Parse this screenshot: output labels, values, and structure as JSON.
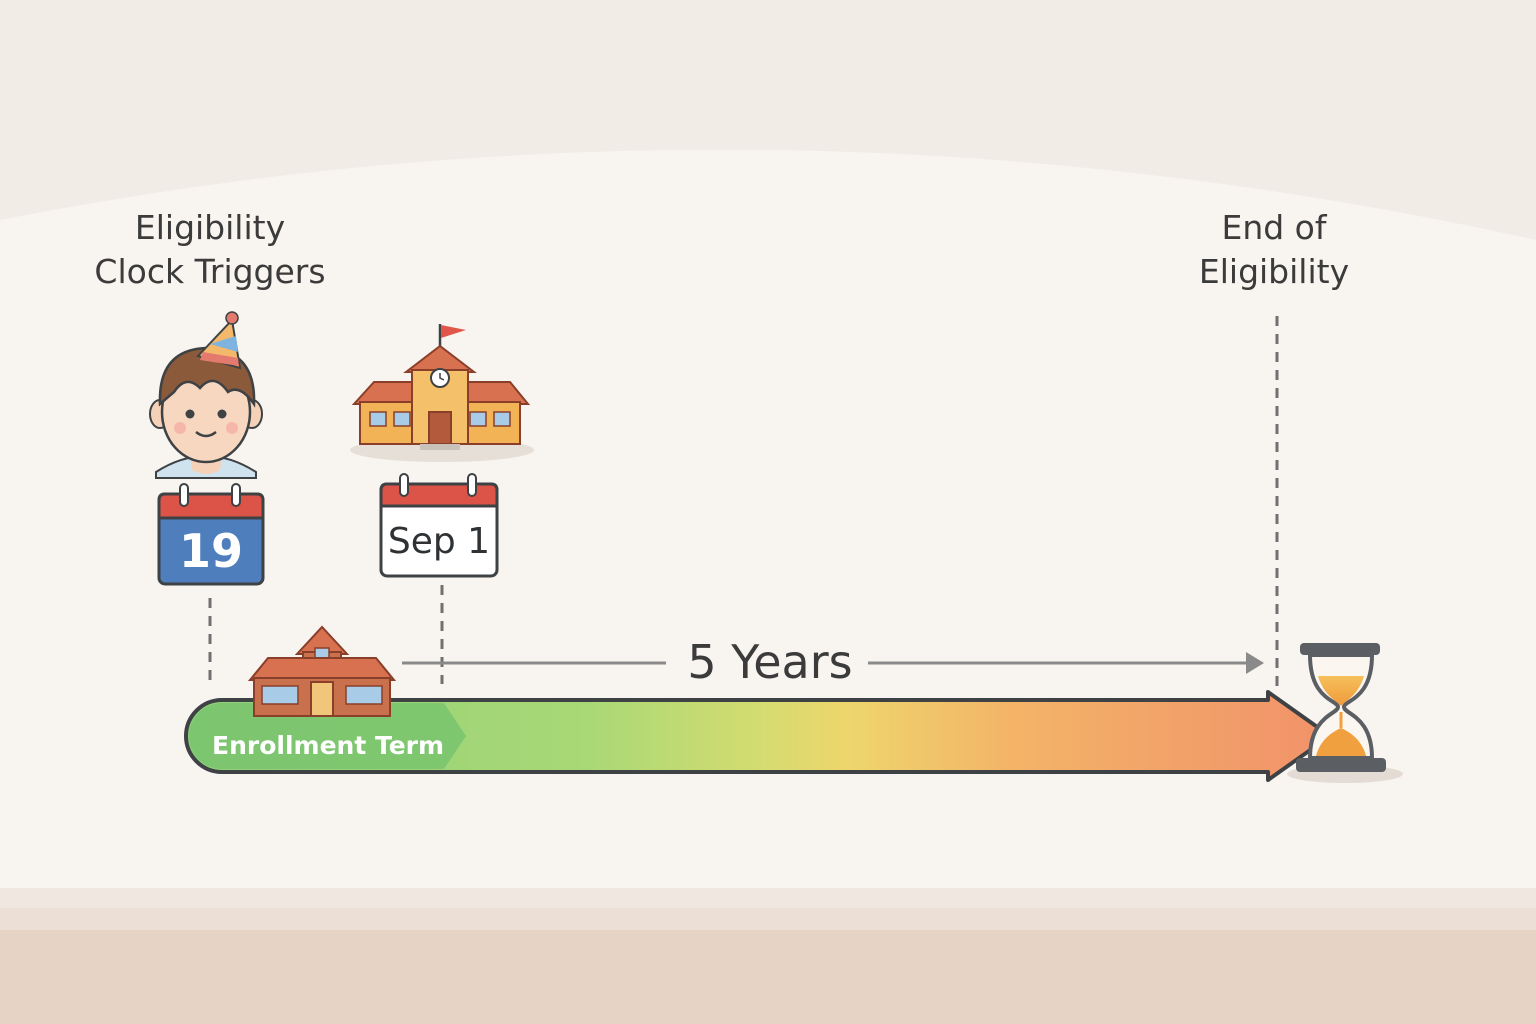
{
  "labels": {
    "start_line1": "Eligibility",
    "start_line2": "Clock Triggers",
    "end_line1": "End of",
    "end_line2": "Eligibility",
    "duration": "5 Years",
    "term": "Enrollment Term"
  },
  "calendars": {
    "birthday_day": "19",
    "term_start": "Sep 1"
  },
  "colors": {
    "background": "#f2ece6",
    "panel": "#f8f4ef",
    "floor": "#e6d3c6",
    "gradient_start": "#8fd07a",
    "gradient_mid": "#eed56c",
    "gradient_end": "#f2926a",
    "calendar_red": "#dc5448",
    "calendar_blue": "#4f7ebd",
    "outline": "#3e4245"
  },
  "icons": [
    "party-hat-icon",
    "child-icon",
    "school-icon",
    "calendar-icon",
    "schoolhouse-icon",
    "hourglass-icon"
  ]
}
